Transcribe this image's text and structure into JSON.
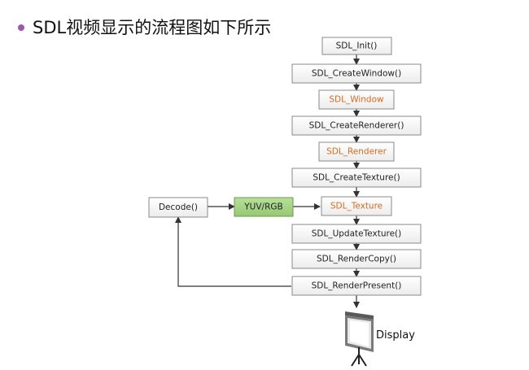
{
  "title": "SDL视频显示的流程图如下所示",
  "colors": {
    "normal_text": "#222222",
    "object_text": "#d36b1f",
    "green_fill": "#a6d785",
    "bullet": "#9a5aa8"
  },
  "boxes": {
    "init": "SDL_Init()",
    "create_window": "SDL_CreateWindow()",
    "window": "SDL_Window",
    "create_renderer": "SDL_CreateRenderer()",
    "renderer": "SDL_Renderer",
    "create_texture": "SDL_CreateTexture()",
    "texture": "SDL_Texture",
    "update_texture": "SDL_UpdateTexture()",
    "render_copy": "SDL_RenderCopy()",
    "render_present": "SDL_RenderPresent()",
    "decode": "Decode()",
    "yuv_rgb": "YUV/RGB"
  },
  "display_label": "Display",
  "icons": [
    "projector-screen-icon"
  ]
}
